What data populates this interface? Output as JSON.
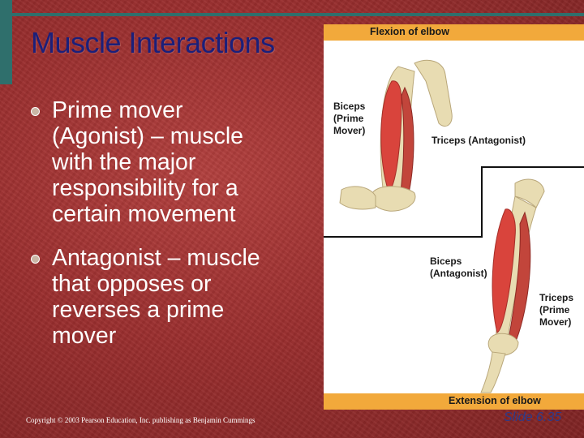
{
  "title": "Muscle Interactions",
  "bullets": [
    {
      "lines": [
        "Prime mover",
        "(Agonist) – muscle",
        "with the major",
        "responsibility for a",
        "certain movement"
      ]
    },
    {
      "lines": [
        "Antagonist – muscle",
        "that opposes or",
        "reverses a prime",
        "mover"
      ]
    }
  ],
  "figure": {
    "top_caption": "Flexion of elbow",
    "bottom_caption": "Extension of elbow",
    "labels": {
      "biceps_prime": [
        "Biceps",
        "(Prime",
        "Mover)"
      ],
      "triceps_antagonist": "Triceps (Antagonist)",
      "biceps_antagonist": [
        "Biceps",
        "(Antagonist)"
      ],
      "triceps_prime": [
        "Triceps",
        "(Prime",
        "Mover)"
      ]
    }
  },
  "footer": {
    "copyright": "Copyright © 2003 Pearson Education, Inc. publishing as Benjamin Cummings",
    "slide_number": "Slide 6.35"
  },
  "colors": {
    "background": "#9a2e2e",
    "accent_teal": "#2f6f6c",
    "title": "#1b1f7a",
    "caption_bar": "#f2a93b",
    "muscle": "#d9443c",
    "bone": "#e8dcb2"
  }
}
